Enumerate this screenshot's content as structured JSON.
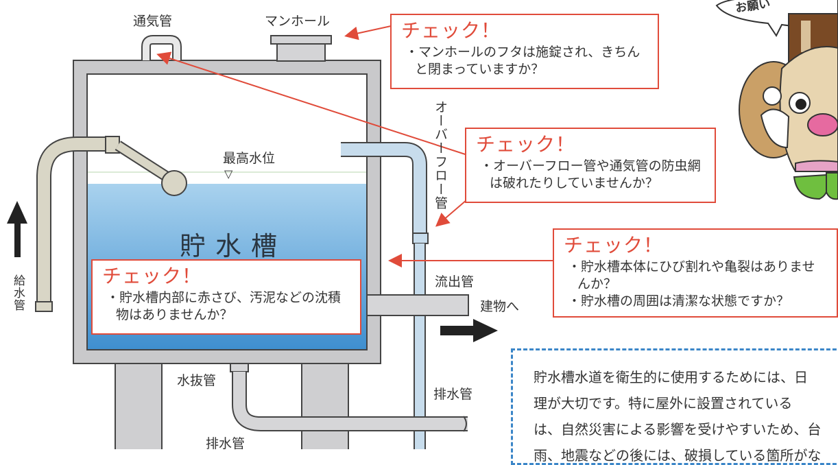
{
  "labels": {
    "vent_pipe": "通気管",
    "manhole": "マンホール",
    "overflow_pipe": "オーバーフロー管",
    "max_water_level": "最高水位",
    "max_water_level_mark": "▽",
    "tank_name": "貯水槽",
    "supply_pipe": "給水管",
    "outflow_pipe": "流出管",
    "to_building": "建物へ",
    "drain_valve_pipe": "水抜管",
    "drain_pipe_right": "排水管",
    "drain_pipe_bottom": "排水管"
  },
  "checks": [
    {
      "title": "チェック！",
      "items": [
        "マンホールのフタは施錠され、きちんと閉まっていますか？"
      ]
    },
    {
      "title": "チェック！",
      "items": [
        "オーバーフロー管や通気管の防虫網は破れたりしていませんか？"
      ]
    },
    {
      "title": "チェック！",
      "items": [
        "貯水槽本体にひび割れや亀裂はありませんか？",
        "貯水槽の周囲は清潔な状態ですか？"
      ]
    },
    {
      "title": "チェック！",
      "items": [
        "貯水槽内部に赤さび、汚泥などの沈積物はありませんか？"
      ]
    }
  ],
  "info": {
    "lines": [
      "貯水槽水道を衛生的に使用するためには、日",
      "理が大切です。特に屋外に設置されている",
      "は、自然災害による影響を受けやすいため、台",
      "雨、地震などの後には、破損している箇所がな"
    ]
  },
  "mascot": {
    "speech_text": "お願い"
  },
  "colors": {
    "check_red": "#e04b3a",
    "water_blue": "#6fb0de",
    "tank_gray": "#c9c9cb",
    "dash_blue": "#3b86c8"
  }
}
